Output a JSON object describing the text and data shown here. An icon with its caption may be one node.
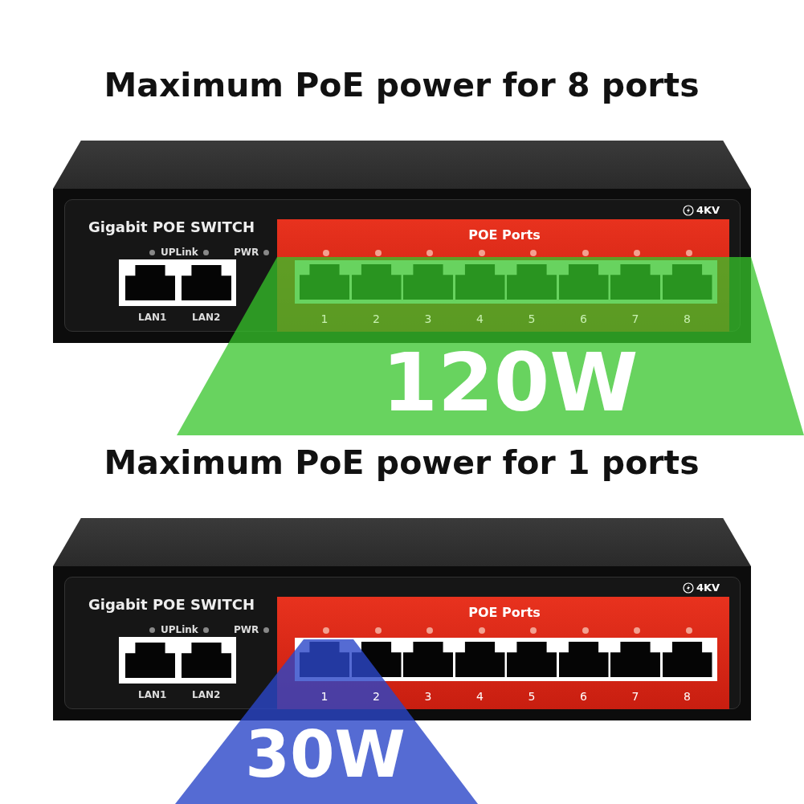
{
  "diagram": {
    "labels": [
      "Maximum PoE power for 8 ports",
      "4KV",
      "Gigabit POE SWITCH",
      "UPLink",
      "PWR",
      "POE Ports",
      "LAN1",
      "LAN2",
      "1",
      "2",
      "3",
      "4",
      "5",
      "6",
      "7",
      "8",
      "120W",
      "Maximum PoE power for 1 ports",
      "4KV",
      "Gigabit POE SWITCH",
      "UPLink",
      "PWR",
      "POE Ports",
      "LAN1",
      "LAN2",
      "1",
      "2",
      "3",
      "4",
      "5",
      "6",
      "7",
      "8",
      "30W"
    ]
  }
}
